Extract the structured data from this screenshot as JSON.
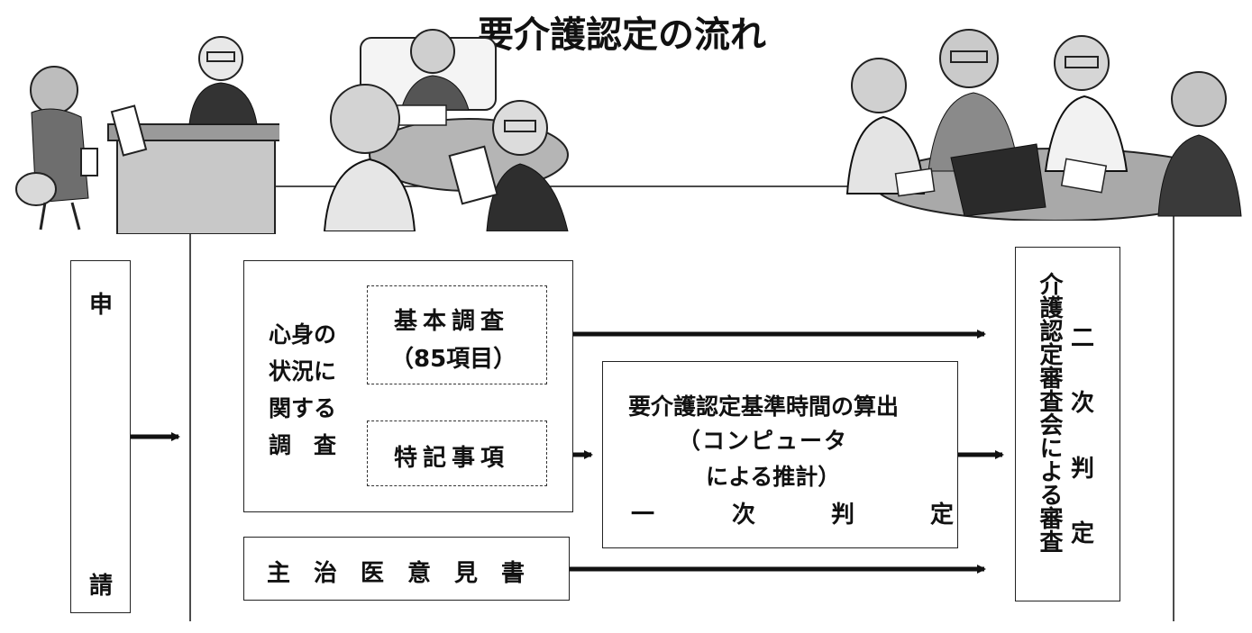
{
  "title": "要介護認定の流れ",
  "apply": {
    "top_char": "申",
    "bottom_char": "請"
  },
  "survey": {
    "label_lines": [
      "心身の",
      "状況に",
      "関する",
      "調　査"
    ],
    "basic": {
      "line1": "基本調査",
      "line2": "（85項目）"
    },
    "special": "特記事項"
  },
  "doctor_opinion": "主治医意見書",
  "primary": {
    "line1": "要介護認定基準時間の算出",
    "line2": "（コンピュータ",
    "line3": "による推計）",
    "judgement_chars": [
      "一",
      "次",
      "判",
      "定"
    ]
  },
  "committee": {
    "name": "介護認定審査会による審査",
    "secondary_chars": [
      "二",
      "次",
      "判",
      "定"
    ]
  },
  "illustrations": {
    "applicant_scene": "person-applying-at-desk",
    "interview_scene": "survey-interview",
    "committee_scene": "committee-meeting"
  }
}
